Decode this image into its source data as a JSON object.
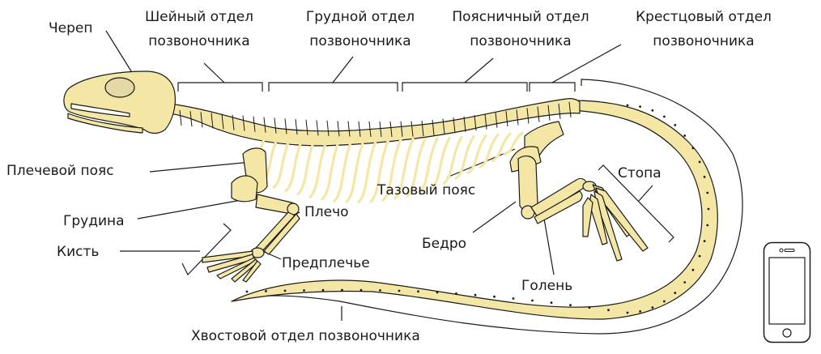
{
  "labels": {
    "skull": "Череп",
    "cervical_line1": "Шейный отдел",
    "cervical_line2": "позвоночника",
    "thoracic_line1": "Грудной отдел",
    "thoracic_line2": "позвоночника",
    "lumbar_line1": "Поясничный отдел",
    "lumbar_line2": "позвоночника",
    "sacral_line1": "Крестцовый отдел",
    "sacral_line2": "позвоночника",
    "shoulder_girdle": "Плечевой пояс",
    "sternum": "Грудина",
    "hand": "Кисть",
    "humerus": "Плечо",
    "forearm": "Предплечье",
    "pelvic_girdle": "Тазовый пояс",
    "femur": "Бедро",
    "shin": "Голень",
    "foot": "Стопа",
    "caudal": "Хвостовой отдел позвоночника"
  },
  "colors": {
    "bone": "#f4e7a6",
    "outline": "#1a1a1a",
    "background": "#ffffff"
  },
  "icons": {
    "corner": "smartphone-icon"
  }
}
